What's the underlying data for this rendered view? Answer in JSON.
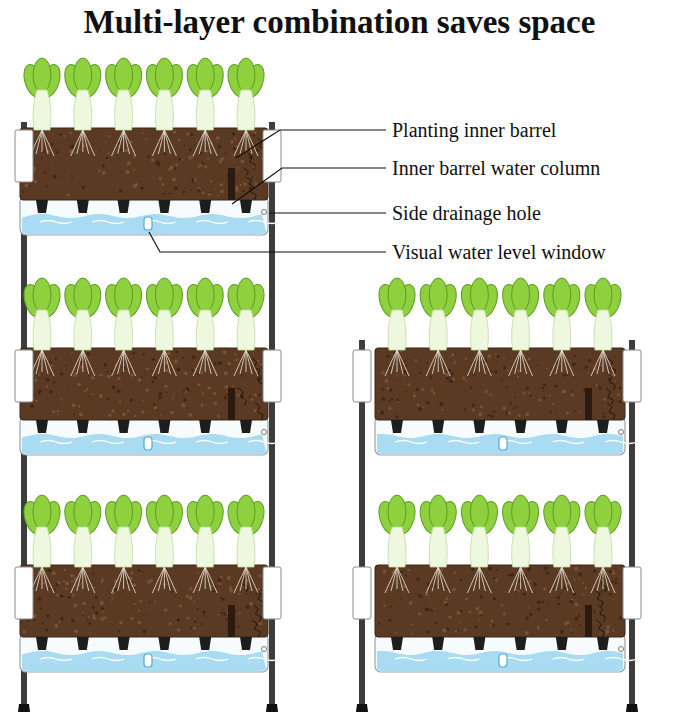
{
  "diagram": {
    "title": "Multi-layer combination saves space",
    "labels": [
      "Planting inner barrel",
      "Inner barrel water column",
      "Side drainage hole",
      "Visual water level window"
    ]
  }
}
